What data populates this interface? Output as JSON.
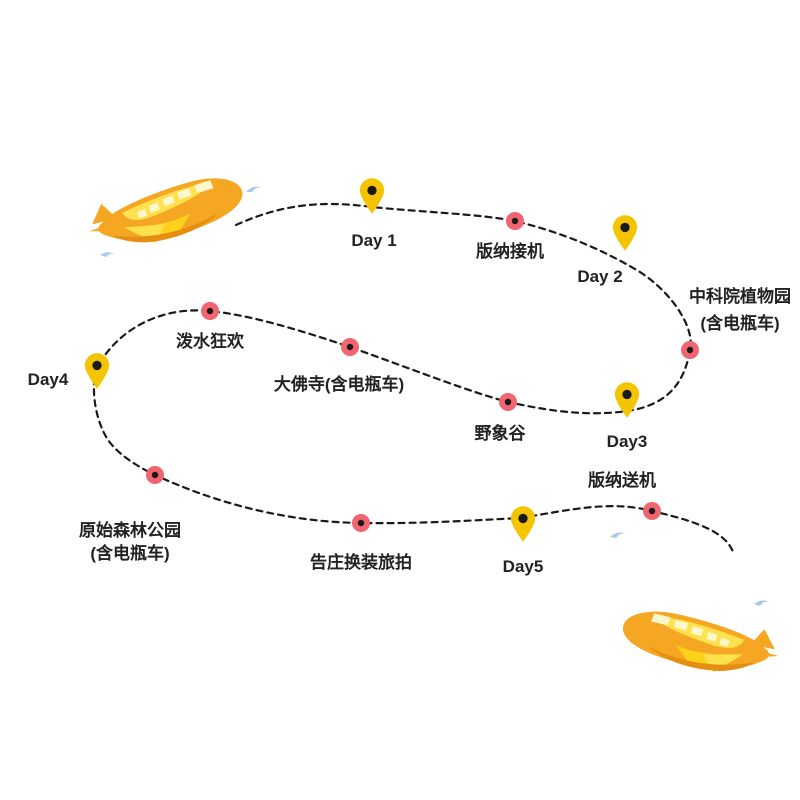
{
  "route": {
    "stops": [
      {
        "label": "版纳接机"
      },
      {
        "label": "中科院植物园",
        "label2": "(含电瓶车)"
      },
      {
        "label": "泼水狂欢"
      },
      {
        "label": "大佛寺(含电瓶车)"
      },
      {
        "label": "野象谷"
      },
      {
        "label": "原始森林公园",
        "label2": "(含电瓶车)"
      },
      {
        "label": "告庄换装旅拍"
      },
      {
        "label": "版纳送机"
      }
    ],
    "days": [
      {
        "label": "Day 1"
      },
      {
        "label": "Day 2"
      },
      {
        "label": "Day3"
      },
      {
        "label": "Day4"
      },
      {
        "label": "Day5"
      }
    ]
  },
  "colors": {
    "route_line": "#1a1a1a",
    "stop_dot_fill": "#f06570",
    "stop_dot_center": "#1a1a1a",
    "day_pin": "#f5c400",
    "day_pin_center": "#1a1a1a",
    "plane_body": "#f5a623",
    "plane_highlight": "#ffe04d",
    "plane_window": "#fff7cc",
    "bird": "#a9c8ea"
  },
  "icons": {
    "plane_start": "airplane-icon",
    "plane_end": "airplane-icon",
    "stop_marker": "route-stop-dot",
    "day_marker": "map-pin-icon"
  }
}
